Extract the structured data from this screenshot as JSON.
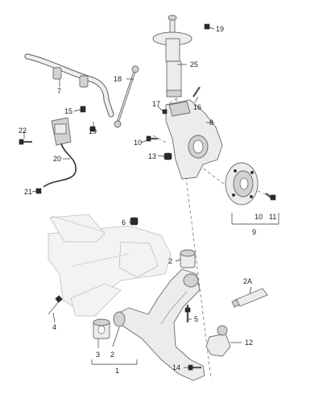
{
  "labels": {
    "n1": "1",
    "n2": "2",
    "n2a": "2A",
    "n2b": "2",
    "n3": "3",
    "n4": "4",
    "n5": "5",
    "n6": "6",
    "n7": "7",
    "n8": "8",
    "n9": "9",
    "n10": "10",
    "n10b": "10",
    "n11": "11",
    "n12": "12",
    "n13": "13",
    "n14": "14",
    "n15": "15",
    "n16": "16",
    "n17": "17",
    "n18": "18",
    "n19": "19",
    "n19b": "19",
    "n20": "20",
    "n21": "21",
    "n22": "22",
    "n25": "25"
  }
}
